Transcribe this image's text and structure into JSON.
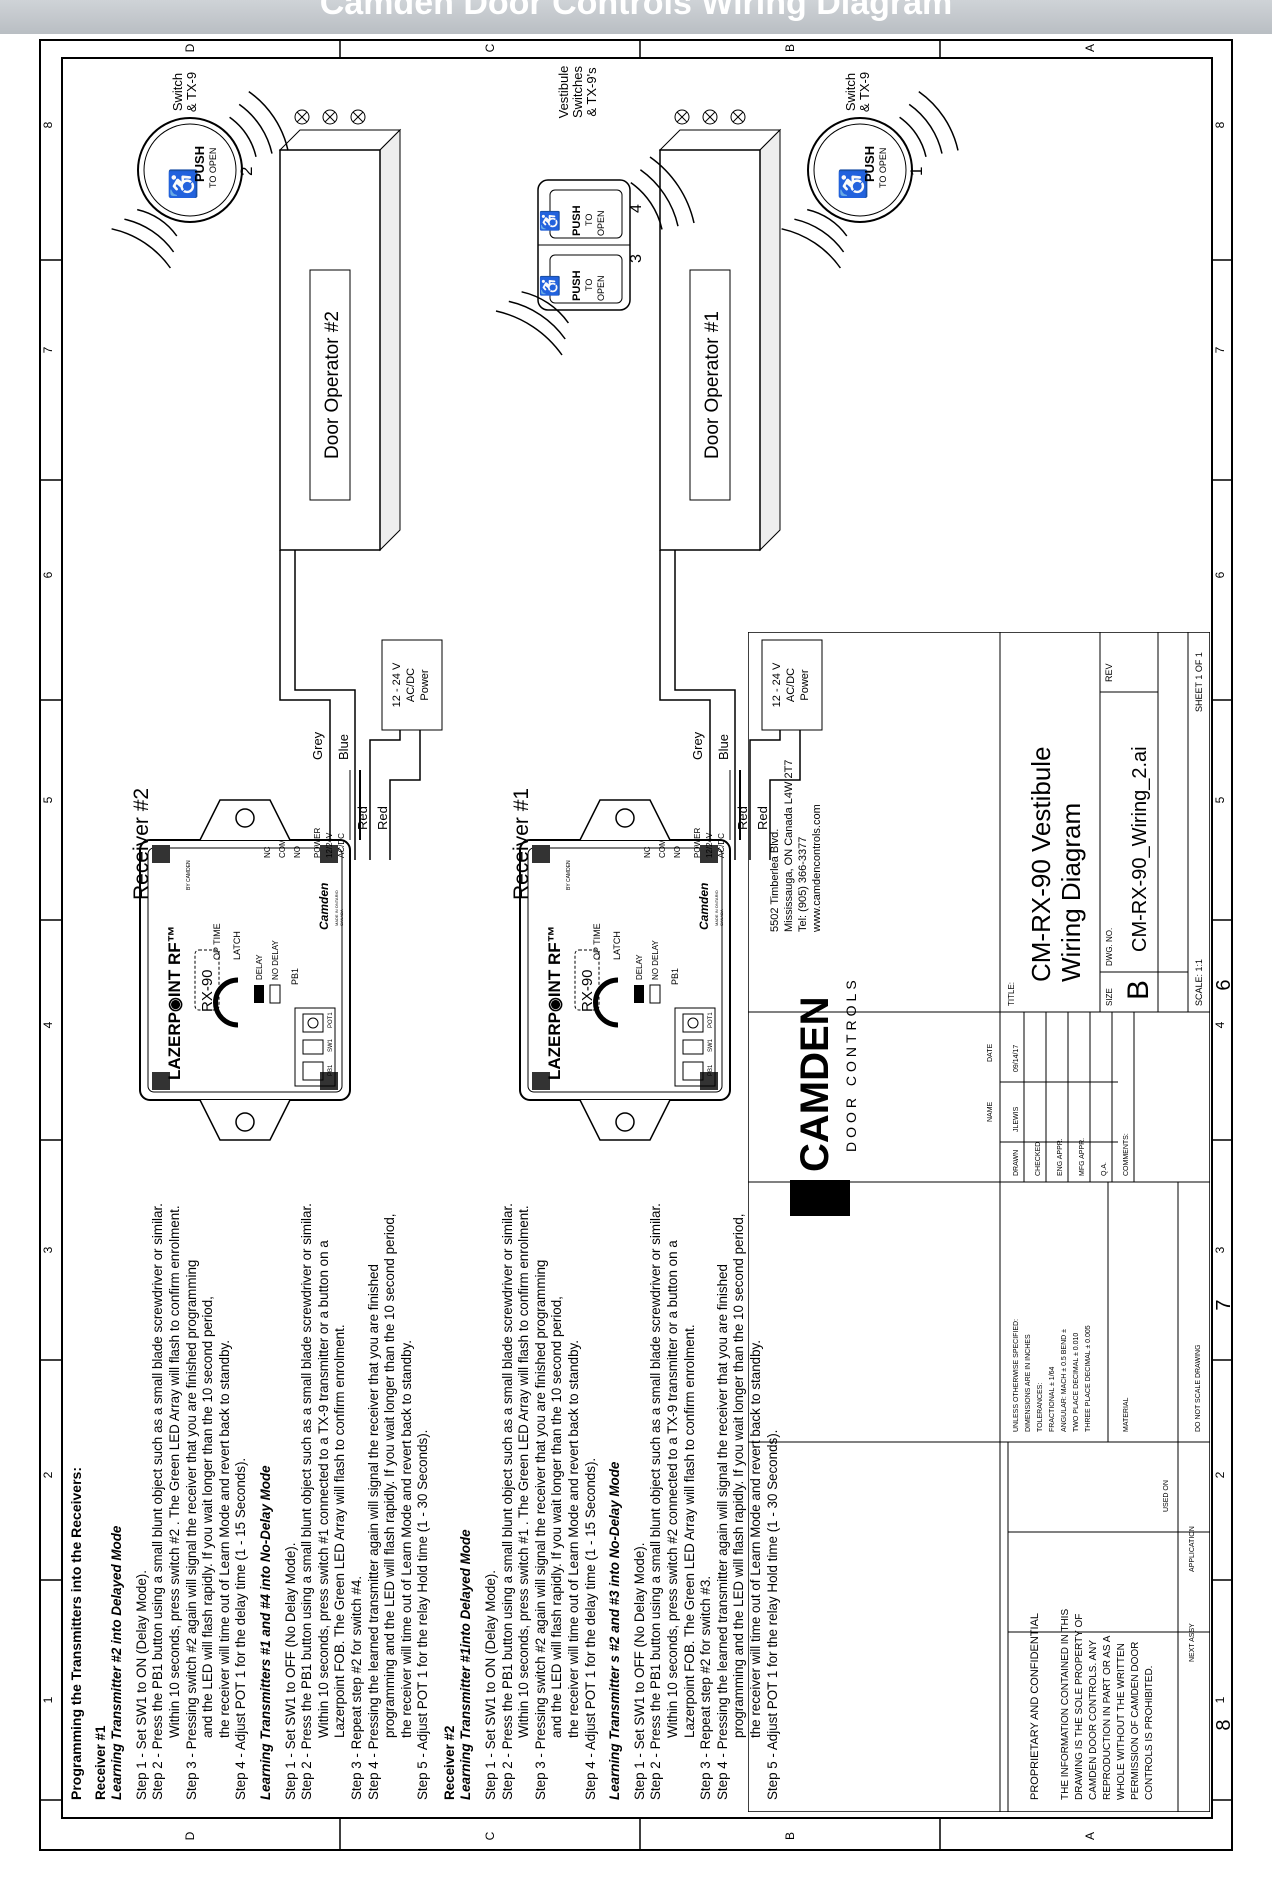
{
  "banner": "Camden Door Controls Wiring Diagram",
  "zone_letters": {
    "top": [
      "D",
      "C",
      "B",
      "A"
    ],
    "bottom": [
      "D",
      "C",
      "B",
      "A"
    ]
  },
  "zone_numbers": {
    "left": [
      "1",
      "2",
      "3",
      "4",
      "5",
      "6",
      "7",
      "8"
    ],
    "right": [
      "1",
      "2",
      "3",
      "4",
      "5",
      "6",
      "7",
      "8"
    ]
  },
  "instructions": {
    "heading": "Programming the Transmitters into the Receivers:",
    "r1_title": "Receiver #1",
    "r1_a_title": "Learning Transmitter #2 into Delayed Mode",
    "r1_a_steps": [
      "Step 1 - Set SW1 to ON (Delay Mode).",
      "Step 2 - Press the PB1 button using a small blunt object such as a small blade screwdriver or similar.",
      "Within 10 seconds, press switch #2 . The Green LED Array will flash to confirm enrolment.",
      "Step 3 - Pressing switch #2 again will signal the receiver that you are finished programming",
      "and the LED will flash rapidly. If you wait longer than the 10 second period,",
      "the receiver will time out of Learn Mode and revert back to standby.",
      "Step 4 - Adjust POT 1 for the delay time (1 - 15 Seconds)."
    ],
    "r1_b_title": "Learning Transmitters #1 and #4 into No-Delay Mode",
    "r1_b_steps": [
      "Step 1 - Set SW1 to OFF (No Delay Mode).",
      "Step 2 - Press the PB1 button using a small blunt object such as a small blade screwdriver or similar.",
      "Within 10 seconds, press switch #1 connected to a TX-9 transmitter or a button on a",
      "Lazerpoint FOB. The Green LED Array will flash to confirm enrolment.",
      "Step 3 - Repeat step #2 for switch #4.",
      "Step 4 - Pressing the learned transmitter again will signal the receiver that you are finished",
      "programming and the LED will flash rapidly. If you wait longer than the 10 second period,",
      "the receiver will time out of Learn Mode and revert back to standby.",
      "Step 5 - Adjust POT 1 for the relay Hold time (1 - 30 Seconds)."
    ],
    "r2_title": "Receiver #2",
    "r2_a_title": "Learning Transmitter  #1into Delayed Mode",
    "r2_a_steps": [
      "Step 1 - Set SW1 to ON (Delay Mode).",
      "Step 2 - Press the PB1 button using a small blunt object such as a small blade screwdriver or similar.",
      "Within 10 seconds, press switch #1 . The Green LED Array will flash to confirm enrolment.",
      "Step 3 - Pressing switch #2 again will signal the receiver that you are finished programming",
      "and the LED will flash rapidly. If you wait longer than the 10 second period,",
      "the receiver will time out of Learn Mode and revert back to standby.",
      "Step 4 - Adjust POT 1 for the delay time (1 - 15 Seconds)."
    ],
    "r2_b_title": "Learning Transmitter s #2 and #3 into No-Delay Mode",
    "r2_b_steps": [
      "Step 1 - Set SW1 to OFF (No Delay Mode).",
      "Step 2 - Press the PB1 button using a small blunt object such as a small blade screwdriver or similar.",
      "Within 10 seconds, press switch #2 connected to a TX-9 transmitter or a button on a",
      "Lazerpoint FOB. The Green LED Array will flash to confirm enrolment.",
      "Step 3 - Repeat step #2 for switch #3.",
      "Step 4 - Pressing the learned transmitter again will signal the receiver that you are finished",
      "programming and the LED will flash rapidly. If you wait longer than the 10 second period,",
      "the receiver will time out of Learn Mode and revert back to standby.",
      "Step 5 - Adjust POT 1 for the relay Hold time (1 - 30 Seconds)."
    ]
  },
  "receiver_unit": {
    "brand": "LAZERP◉INT RF™",
    "brand_sub": "BY CAMDEN",
    "model": "RX-90",
    "op_time": "OP TIME",
    "latch": "LATCH",
    "delay": "DELAY",
    "no_delay": "NO DELAY",
    "pb1": "PB1",
    "pot1": "POT1",
    "sw1": "SW1",
    "nc": "NC",
    "com": "COM",
    "no": "NO",
    "power": "POWER",
    "v1224": "12/24V",
    "acdc": "AC/DC",
    "camden": "Camden",
    "camden_sub": "DOOR CONTROLS",
    "made_in": "MADE IN ONTARIO",
    "canada": "CANADA"
  },
  "receivers": [
    {
      "label": "Receiver #2",
      "operator": "Door Operator #2"
    },
    {
      "label": "Receiver #1",
      "operator": "Door Operator #1"
    }
  ],
  "wires": {
    "grey": "Grey",
    "blue": "Blue",
    "red": "Red"
  },
  "power": [
    "12 - 24 V",
    "AC/DC",
    "Power"
  ],
  "switches": {
    "push": "PUSH",
    "to_open": "TO OPEN",
    "to": "TO",
    "open": "OPEN",
    "sw2_num": "2",
    "sw1_num": "1",
    "sw3_num": "3",
    "sw4_num": "4",
    "label_switch": [
      "Switch",
      "& TX-9"
    ],
    "label_vest": [
      "Vestibule",
      "Switches",
      "& TX-9's"
    ]
  },
  "title_block": {
    "address": [
      "5502 Timberlea Blvd.",
      "Mississauga, ON Canada    L4W 2T7",
      "Tel: (905) 366-3377",
      "www.camdencontrols.com"
    ],
    "logo_main": "CAMDEN",
    "logo_sub": "DOOR CONTROLS",
    "title_label": "TITLE:",
    "title": [
      "CM-RX-90 Vestibule",
      "Wiring Diagram"
    ],
    "size_label": "SIZE",
    "size": "B",
    "dwg_label": "DWG.  NO.",
    "dwg": "CM-RX-90_Wiring_2.ai",
    "rev_label": "REV",
    "scale": "SCALE: 1:1",
    "sheet": "SHEET 1 OF 1",
    "name_col": "NAME",
    "date_col": "DATE",
    "drawn": "DRAWN",
    "drawn_name": "JLEWIS",
    "drawn_date": "09/14/17",
    "checked": "CHECKED",
    "eng": "ENG APPR.",
    "mfg": "MFG APPR.",
    "qa": "Q.A.",
    "comments": "COMMENTS:",
    "tol": [
      "UNLESS OTHERWISE SPECIFIED:",
      "DIMENSIONS ARE IN INCHES",
      "TOLERANCES:",
      "FRACTIONAL ± 1/64",
      "ANGULAR: MACH ± 0.5    BEND ±",
      "TWO PLACE DECIMAL     ± 0.010",
      "THREE PLACE DECIMAL   ± 0.005"
    ],
    "material": "MATERIAL",
    "noscale": "DO NOT SCALE DRAWING",
    "next_assy": "NEXT ASSY",
    "used_on": "USED ON",
    "application": "APPLICATION",
    "prop_title": "PROPRIETARY AND CONFIDENTIAL",
    "prop_text": [
      "THE INFORMATION CONTAINED IN THIS",
      "DRAWING IS THE SOLE PROPERTY OF",
      "CAMDEN DOOR CONTROLS. ANY",
      "REPRODUCTION IN PART OR AS A",
      "WHOLE WITHOUT THE WRITTEN",
      "PERMISSION OF CAMDEN DOOR",
      "CONTROLS IS PROHIBITED."
    ]
  }
}
